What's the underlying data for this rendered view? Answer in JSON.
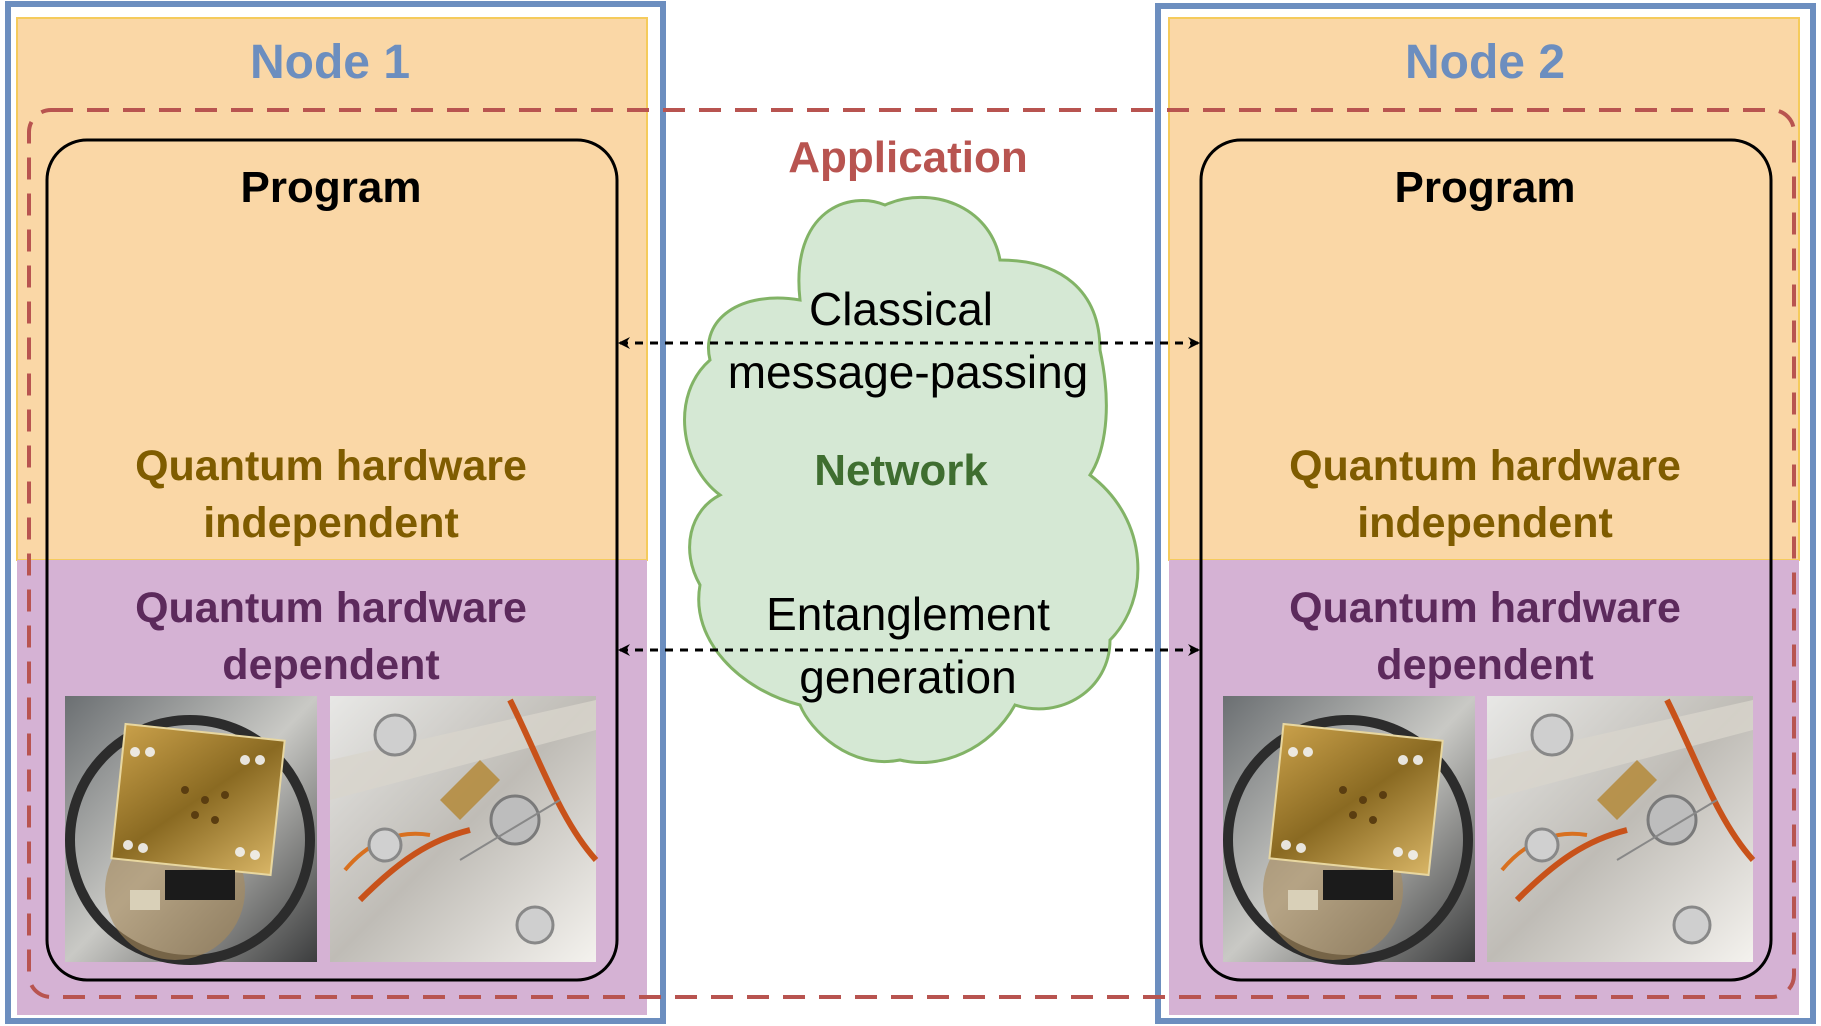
{
  "diagram": {
    "nodes": [
      {
        "title": "Node 1",
        "program_label": "Program",
        "independent_label_line1": "Quantum hardware",
        "independent_label_line2": "independent",
        "dependent_label_line1": "Quantum hardware",
        "dependent_label_line2": "dependent",
        "photos": [
          "chip-photo",
          "optics-photo"
        ]
      },
      {
        "title": "Node 2",
        "program_label": "Program",
        "independent_label_line1": "Quantum hardware",
        "independent_label_line2": "independent",
        "dependent_label_line1": "Quantum hardware",
        "dependent_label_line2": "dependent",
        "photos": [
          "chip-photo",
          "optics-photo"
        ]
      }
    ],
    "application_label": "Application",
    "network": {
      "label": "Network",
      "classical_line1": "Classical",
      "classical_line2": "message-passing",
      "entanglement_line1": "Entanglement",
      "entanglement_line2": "generation"
    },
    "colors": {
      "node_border": "#6c8ebf",
      "node_title": "#6c8ebf",
      "independent_fill": "#fad7a6",
      "independent_text": "#7f5c00",
      "dependent_fill": "#d5b2d4",
      "dependent_text": "#5c2a5c",
      "application_border": "#b85450",
      "application_text": "#b85450",
      "cloud_fill": "#d5e8d4",
      "cloud_stroke": "#82b366",
      "network_text": "#3f6e30",
      "program_text": "#000000"
    }
  }
}
